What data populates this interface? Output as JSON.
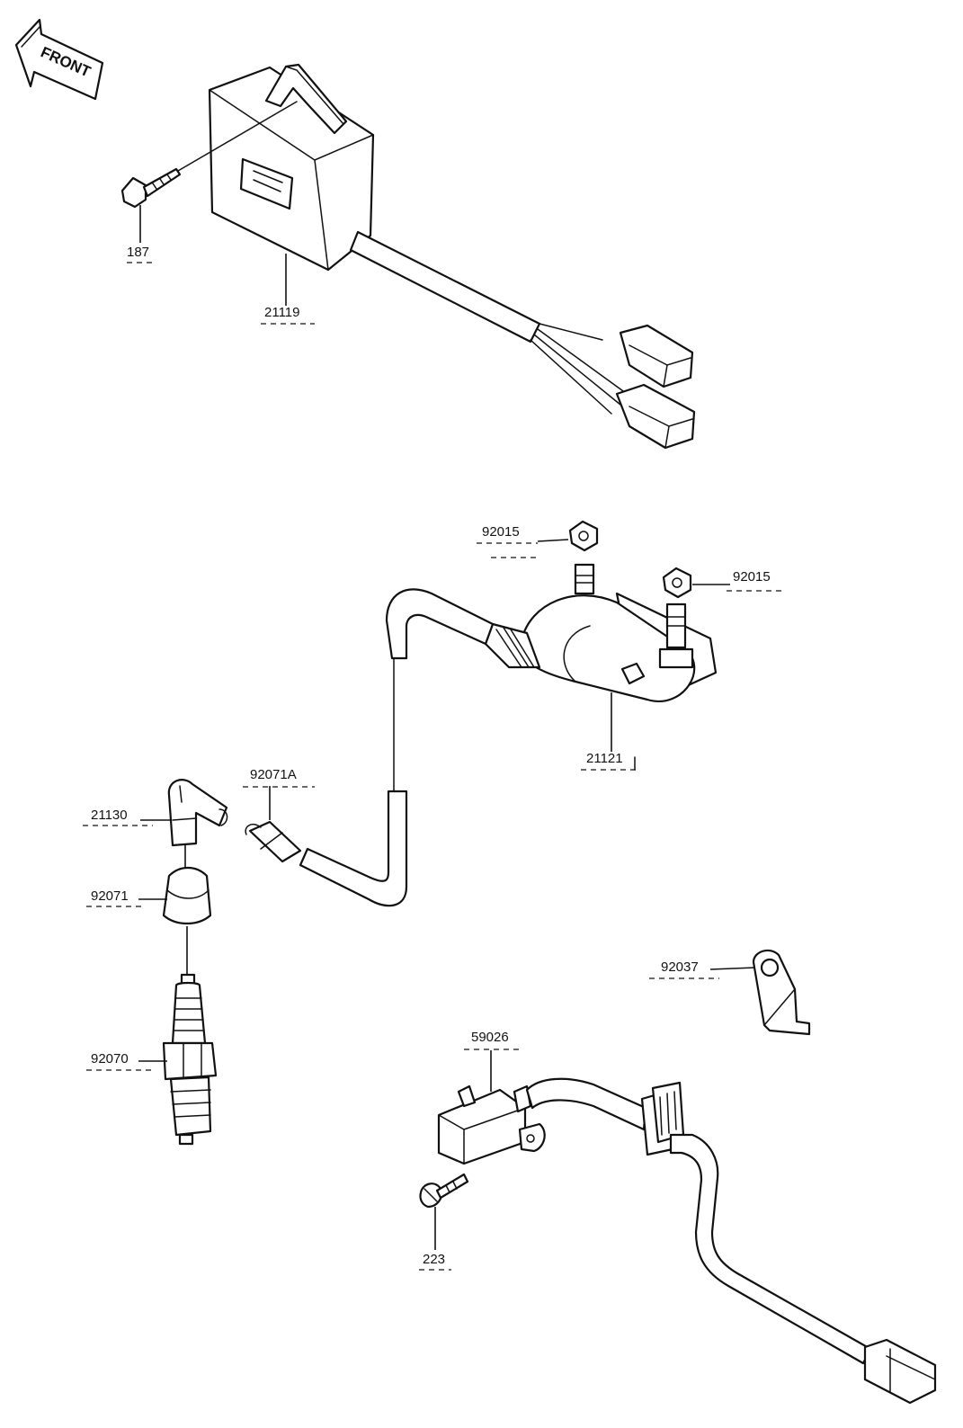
{
  "front_arrow": {
    "text": "FRONT"
  },
  "labels": {
    "p187": "187",
    "p21119": "21119",
    "p92015_a": "92015",
    "p92015_b": "92015",
    "p21121": "21121",
    "p92071A": "92071A",
    "p21130": "21130",
    "p92071": "92071",
    "p92070": "92070",
    "p92037": "92037",
    "p59026": "59026",
    "p223": "223"
  }
}
